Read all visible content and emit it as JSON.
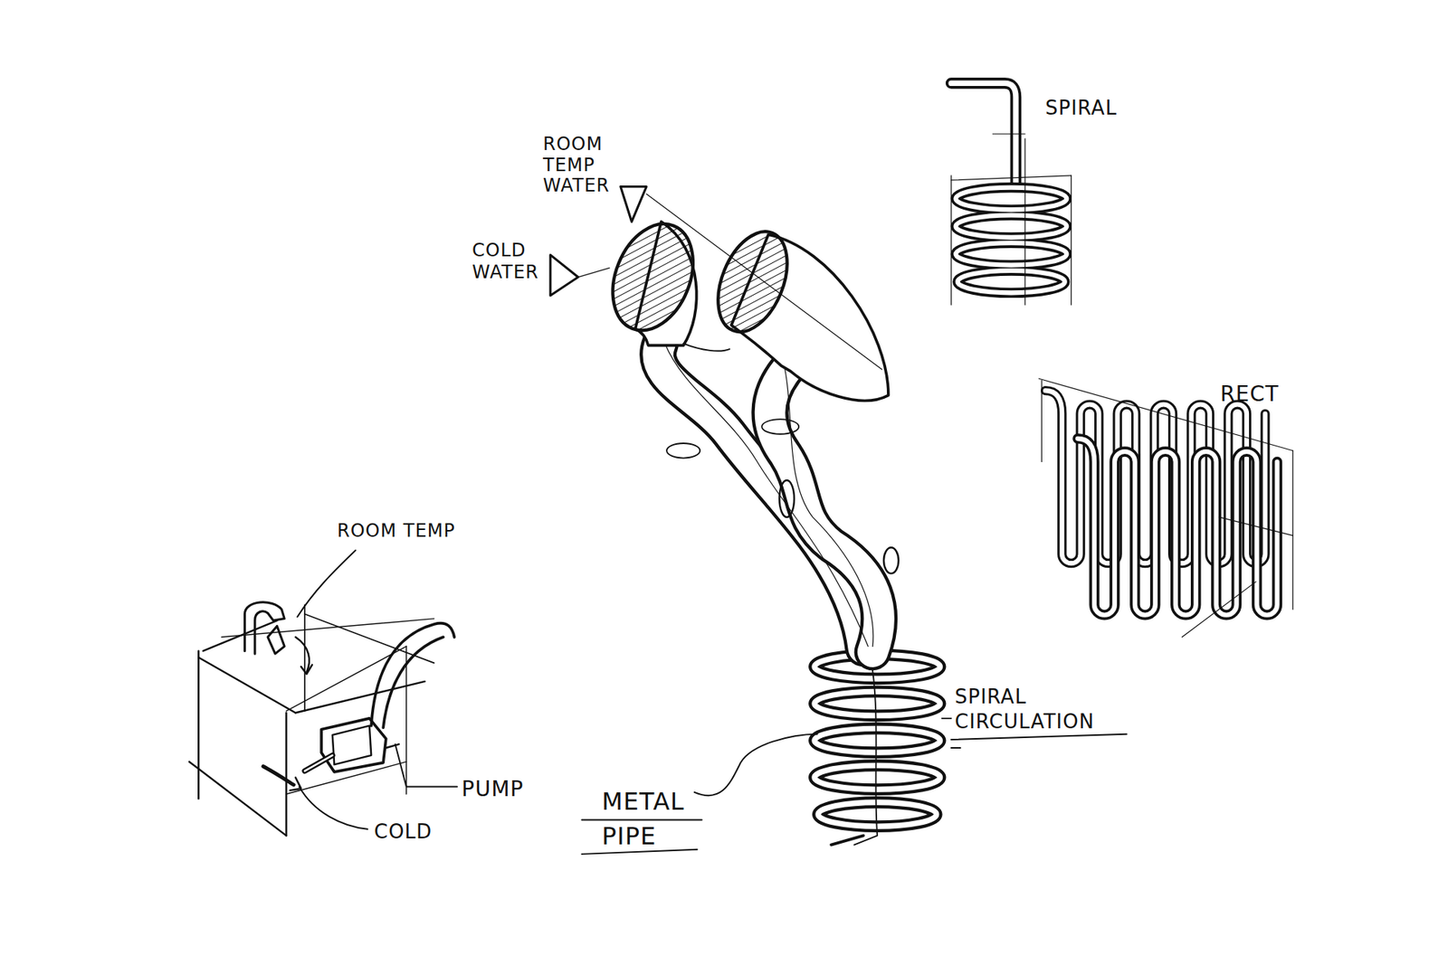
{
  "diagram": {
    "labels": [
      "ROOM TEMP WATER",
      "SPIRAL",
      "COLD WATER",
      "RECT",
      "ROOM TEMP",
      "SPIRAL CIRCULATION",
      "PUMP",
      "METAL PIPE",
      "COLD"
    ]
  }
}
